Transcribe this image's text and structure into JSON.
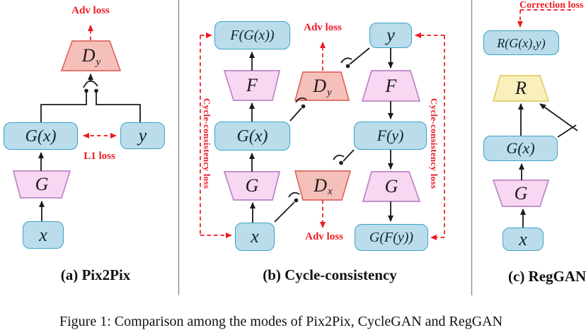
{
  "figure_caption": "Figure 1: Comparison among the modes of Pix2Pix, CycleGAN and RegGAN",
  "colors": {
    "box_fill": "#badceb",
    "box_stroke": "#3aa3c8",
    "generator_fill": "#f8d7f3",
    "generator_stroke": "#bc85c6",
    "discriminator_fill": "#f5c0ba",
    "discriminator_stroke": "#e0685f",
    "registration_fill": "#faf0bc",
    "registration_stroke": "#e2cb66",
    "loss_red": "#ec1b24",
    "line_black": "#1a1a1a",
    "divider_gray": "#8c8c8c"
  },
  "panel_a": {
    "caption": "(a) Pix2Pix",
    "adv_loss": "Adv loss",
    "l1_loss": "L1 loss",
    "boxes": {
      "gx": "G(x)",
      "y": "y",
      "x": "x"
    },
    "generator": "G",
    "discriminator": {
      "main": "D",
      "sub": "y"
    }
  },
  "panel_b": {
    "caption": "(b) Cycle-consistency",
    "adv_loss_top": "Adv loss",
    "adv_loss_bottom": "Adv loss",
    "cycle_loss_left": "Cycle-consistency loss",
    "cycle_loss_right": "Cycle-consistency loss",
    "boxes": {
      "fgx": "F(G(x))",
      "gx": "G(x)",
      "x": "x",
      "y": "y",
      "fy": "F(y)",
      "gfy": "G(F(y))"
    },
    "gen_f_left": "F",
    "gen_g_left": "G",
    "gen_f_right": "F",
    "gen_g_right": "G",
    "disc_top": {
      "main": "D",
      "sub": "y"
    },
    "disc_bottom": {
      "main": "D",
      "sub": "x"
    }
  },
  "panel_c": {
    "caption": "(c) RegGAN",
    "correction_loss": "Correction loss",
    "boxes": {
      "rgxy": "R(G(x),y)",
      "gx": "G(x)",
      "x": "x"
    },
    "registration": "R",
    "generator": "G"
  }
}
